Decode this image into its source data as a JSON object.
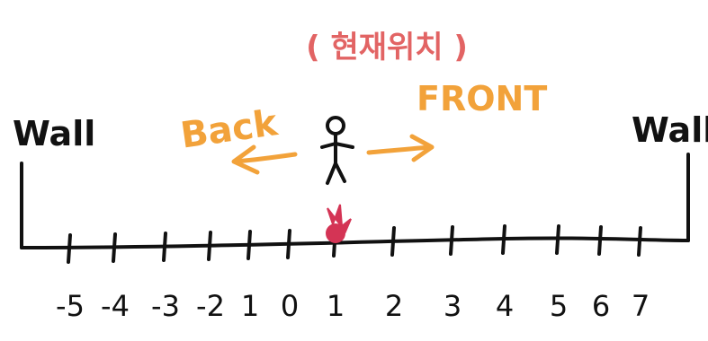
{
  "labels": {
    "wall_left": "Wall",
    "wall_right": "Wall",
    "back": "Back",
    "front": "FRONT",
    "current_position": "( 현재위치 )"
  },
  "colors": {
    "ink": "#111111",
    "orange": "#f2a23a",
    "korean": "#e26464",
    "marker": "#d43455"
  },
  "number_line": {
    "tick_labels": [
      "-5",
      "-4",
      "-3",
      "-2",
      "1",
      "0",
      "1",
      "2",
      "3",
      "4",
      "5",
      "6",
      "7"
    ],
    "current_index": 6
  },
  "icons": {
    "figure": "stick-figure-icon",
    "pin": "position-pin-icon",
    "arrow_back": "arrow-left-icon",
    "arrow_front": "arrow-right-icon"
  }
}
